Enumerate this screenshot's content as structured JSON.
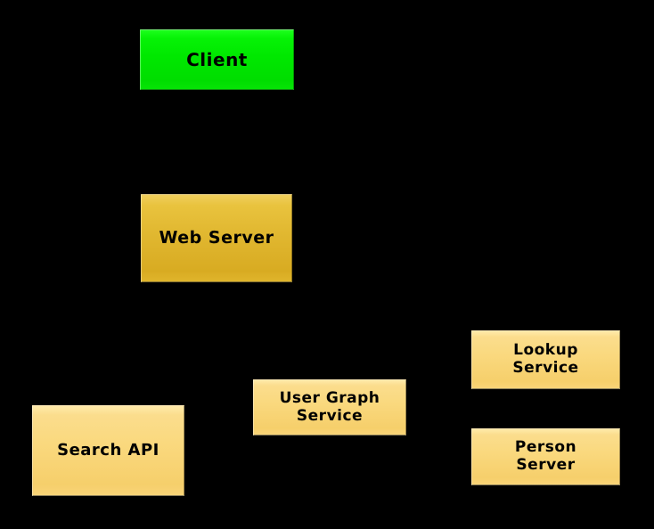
{
  "diagram": {
    "background_color": "#000000",
    "type": "architecture-block-diagram",
    "nodes": [
      {
        "id": "client",
        "label": "Client",
        "color": "#00E800",
        "shape": "rectangle"
      },
      {
        "id": "web-server",
        "label": "Web Server",
        "color": "#E2B932",
        "shape": "rectangle"
      },
      {
        "id": "lookup-service",
        "label": "Lookup\nService",
        "color": "#FAD97F",
        "shape": "rectangle"
      },
      {
        "id": "user-graph-service",
        "label": "User Graph\nService",
        "color": "#FAD97F",
        "shape": "rectangle"
      },
      {
        "id": "search-api",
        "label": "Search API",
        "color": "#FAD97F",
        "shape": "rectangle"
      },
      {
        "id": "person-server",
        "label": "Person\nServer",
        "color": "#FAD97F",
        "shape": "rectangle"
      }
    ]
  }
}
